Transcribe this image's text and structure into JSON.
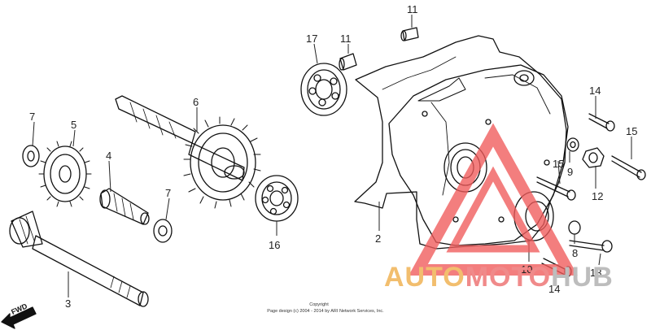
{
  "diagram": {
    "callouts": [
      "11",
      "17",
      "11",
      "7",
      "5",
      "6",
      "4",
      "7",
      "16",
      "3",
      "2",
      "14",
      "15",
      "9",
      "15",
      "12",
      "8",
      "10",
      "13",
      "14"
    ],
    "fwd_label": "FWD",
    "copyright_line1": "Copyright",
    "copyright_line2": "Page design (c) 2004 - 2014 by ARI Network Services, Inc."
  },
  "watermark": {
    "part1": "AUTO",
    "part2": "MOTO",
    "part3": "HUB",
    "colors": {
      "auto": "#f2be6e",
      "moto": "#f08a8a",
      "hub": "#bdbdbd",
      "triangle": "#f05a5a"
    }
  }
}
